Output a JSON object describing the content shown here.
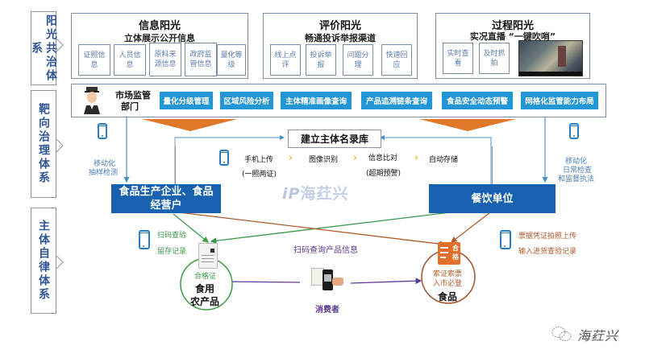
{
  "systems": {
    "sunshine": "阳光共治体系",
    "targeted": "靶向治理体系",
    "self": "主体自律体系"
  },
  "panels": [
    {
      "title": "信息阳光",
      "subtitle": "立体展示公开信息",
      "items": [
        "证照信息",
        "人员信息",
        "原料来源信息",
        "政府监管信息",
        "量化等级"
      ]
    },
    {
      "title": "评价阳光",
      "subtitle": "畅通投诉举报渠道",
      "items": [
        "线上点评",
        "投诉举报",
        "问题分理",
        "快速回应"
      ]
    },
    {
      "title": "过程阳光",
      "subtitle": "实况直播 “一键吹哨”",
      "items": [
        "实时查看",
        "及时抓拍"
      ]
    }
  ],
  "regulator": {
    "label_line1": "市场监管",
    "label_line2": "部门",
    "buttons": [
      "量化分级管理",
      "区域风险分析",
      "主体精准画像查询",
      "产品追溯链条查询",
      "食品安全动态预警",
      "网格化监管能力布局"
    ]
  },
  "registry": {
    "title": "建立主体名录库",
    "steps": [
      {
        "line1": "手机上传",
        "line2": "(一照两证)"
      },
      {
        "line1": "图像识别",
        "line2": ""
      },
      {
        "line1": "信息比对",
        "line2": "(超期预警)"
      },
      {
        "line1": "自动存储",
        "line2": ""
      }
    ]
  },
  "mobile_left": {
    "line1": "移动化",
    "line2": "抽样检测"
  },
  "mobile_right": {
    "line1": "移动化",
    "line2": "日常检查",
    "line3": "和监督执法"
  },
  "entities": {
    "producer_line1": "食品生产企业、食品",
    "producer_line2": "经营户",
    "catering": "餐饮单位"
  },
  "left_actions": [
    "扫码查验",
    "留存记录"
  ],
  "right_actions": [
    "票据凭证拍照上传",
    "输入进货查验记录"
  ],
  "agri": {
    "cert": "合格证",
    "line1": "食用",
    "line2": "农产品"
  },
  "food": {
    "badge_line1": "合",
    "badge_line2": "格",
    "note_line1": "索证索票",
    "note_line2": "入市必登",
    "label": "食品"
  },
  "consumer": {
    "scan_label": "扫码查询产品信息",
    "label": "消费者"
  },
  "watermark": "海荭兴",
  "footer_brand": "海荭兴",
  "colors": {
    "blue_dark": "#1761b0",
    "blue_btn": "#2396d5",
    "orange": "#e0782a",
    "green": "#3a9a4a",
    "brown": "#b25a2a",
    "purple": "#5b3b8f"
  }
}
